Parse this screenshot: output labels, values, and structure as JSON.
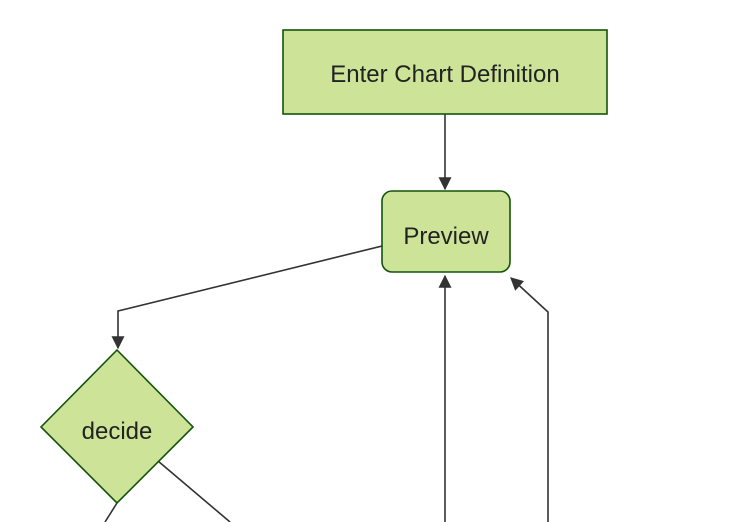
{
  "diagram": {
    "type": "flowchart",
    "background": "#ffffff",
    "colors": {
      "node_fill": "#cde498",
      "node_border": "#13540c",
      "edge_line": "#333333",
      "arrowhead": "#333333",
      "label_text": "#222222"
    },
    "nodes": [
      {
        "id": "enter-chart-definition",
        "label": "Enter Chart Definition",
        "shape": "rectangle"
      },
      {
        "id": "preview",
        "label": "Preview",
        "shape": "rounded-rectangle"
      },
      {
        "id": "decide",
        "label": "decide",
        "shape": "diamond"
      }
    ],
    "edges": [
      {
        "from": "enter-chart-definition",
        "to": "preview",
        "arrowhead": true
      },
      {
        "from": "preview",
        "to": "decide",
        "arrowhead": true
      },
      {
        "from": "offscreen-bottom",
        "to": "preview",
        "arrowhead": true
      },
      {
        "from": "offscreen-bottom-right",
        "to": "preview",
        "arrowhead": true
      },
      {
        "from": "decide",
        "to": "offscreen-bottom-left",
        "arrowhead": false
      },
      {
        "from": "decide",
        "to": "offscreen-bottom-right",
        "arrowhead": false
      }
    ]
  }
}
